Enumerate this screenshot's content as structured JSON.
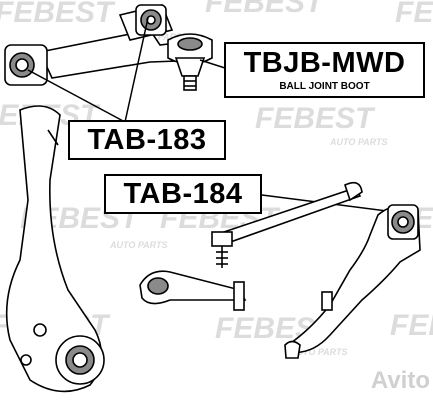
{
  "watermark": {
    "brand": "FEBEST",
    "tagline": "AUTO PARTS",
    "color": "#d9d9d9"
  },
  "labels": {
    "tbjb": {
      "code": "TBJB-MWD",
      "description": "BALL JOINT BOOT"
    },
    "tab183": {
      "code": "TAB-183"
    },
    "tab184": {
      "code": "TAB-184"
    }
  },
  "corner_mark": "Avito",
  "colors": {
    "line": "#000000",
    "fill": "#ffffff",
    "shade": "#8a8a8a"
  }
}
